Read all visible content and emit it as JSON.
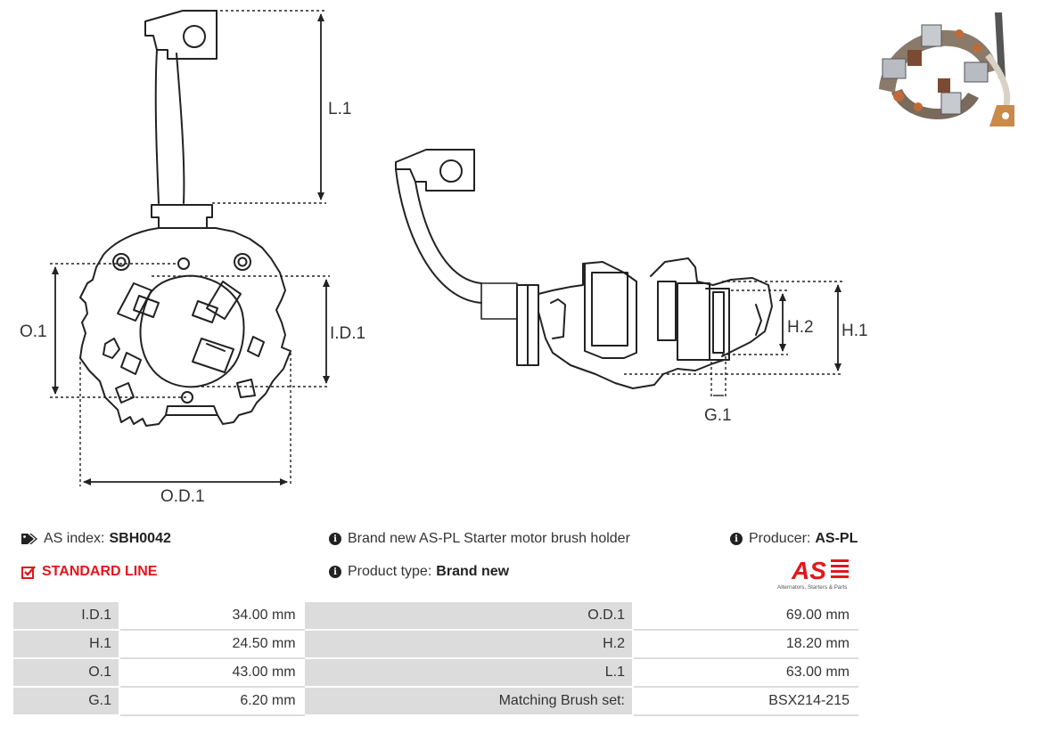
{
  "dimension_labels": {
    "l1": "L.1",
    "o1": "O.1",
    "id1": "I.D.1",
    "od1": "O.D.1",
    "h1": "H.1",
    "h2": "H.2",
    "g1": "G.1"
  },
  "info": {
    "as_index_label": "AS index:",
    "as_index_value": "SBH0042",
    "standard_line": "STANDARD LINE",
    "description": "Brand new AS-PL Starter motor brush holder",
    "product_type_label": "Product type:",
    "product_type_value": "Brand new",
    "producer_label": "Producer:",
    "producer_value": "AS-PL"
  },
  "logo": {
    "mark": "AS",
    "tagline": "Alternators, Starters & Parts",
    "color": "#e3161b"
  },
  "specs": [
    [
      {
        "k": "I.D.1",
        "v": "34.00 mm"
      },
      {
        "k": "O.D.1",
        "v": "69.00 mm"
      }
    ],
    [
      {
        "k": "H.1",
        "v": "24.50 mm"
      },
      {
        "k": "H.2",
        "v": "18.20 mm"
      }
    ],
    [
      {
        "k": "O.1",
        "v": "43.00 mm"
      },
      {
        "k": "L.1",
        "v": "63.00 mm"
      }
    ],
    [
      {
        "k": "G.1",
        "v": "6.20 mm"
      },
      {
        "k": "Matching Brush set:",
        "v": "BSX214-215"
      }
    ]
  ],
  "icons": {
    "tags": "tags-icon",
    "check": "check-square-icon",
    "info": "info-circle-icon"
  }
}
